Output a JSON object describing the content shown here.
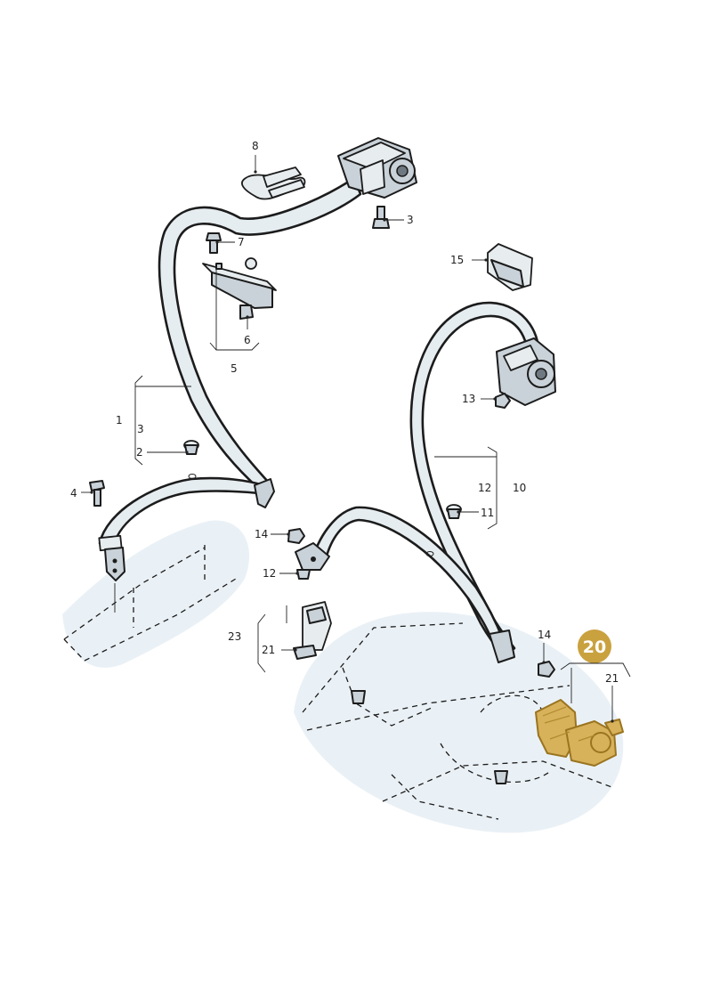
{
  "callouts": {
    "c1": "1",
    "c2": "2",
    "c3a": "3",
    "c3b": "3",
    "c4": "4",
    "c5": "5",
    "c6": "6",
    "c7": "7",
    "c8": "8",
    "c10": "10",
    "c11": "11",
    "c12a": "12",
    "c12b": "12",
    "c13": "13",
    "c14a": "14",
    "c14b": "14",
    "c15": "15",
    "c21a": "21",
    "c21b": "21",
    "c23": "23"
  },
  "highlight": {
    "badge_number": "20",
    "badge_color": "#c9a13f",
    "part_color": "#d8b25a"
  },
  "icons": [
    "belt-retractor-icon",
    "seat-buckle-icon",
    "bolt-icon",
    "nut-icon",
    "clip-icon",
    "guide-loop-icon"
  ]
}
